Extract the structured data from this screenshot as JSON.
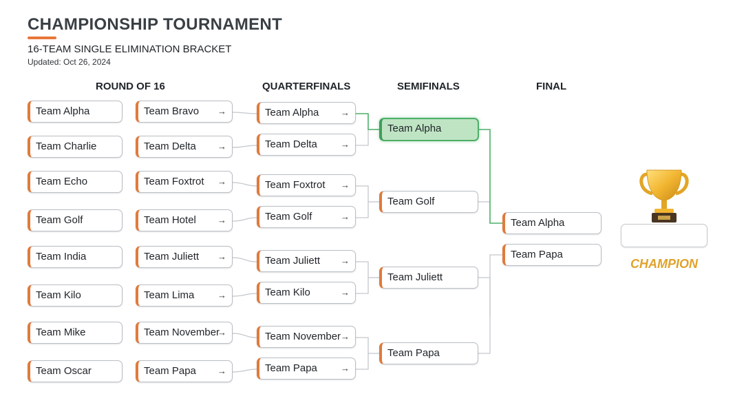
{
  "header": {
    "title": "CHAMPIONSHIP TOURNAMENT",
    "subtitle": "16-TEAM SINGLE ELIMINATION BRACKET",
    "updated": "Updated: Oct 26, 2024"
  },
  "rounds": [
    {
      "label": "ROUND OF 16"
    },
    {
      "label": "QUARTERFINALS"
    },
    {
      "label": "SEMIFINALS"
    },
    {
      "label": "FINAL"
    }
  ],
  "round_of_16": [
    {
      "home": "Team Alpha",
      "away": "Team Bravo"
    },
    {
      "home": "Team Charlie",
      "away": "Team Delta"
    },
    {
      "home": "Team Echo",
      "away": "Team Foxtrot"
    },
    {
      "home": "Team Golf",
      "away": "Team Hotel"
    },
    {
      "home": "Team India",
      "away": "Team Juliett"
    },
    {
      "home": "Team Kilo",
      "away": "Team Lima"
    },
    {
      "home": "Team Mike",
      "away": "Team November"
    },
    {
      "home": "Team Oscar",
      "away": "Team Papa"
    }
  ],
  "quarterfinals": [
    "Team Alpha",
    "Team Delta",
    "Team Foxtrot",
    "Team Golf",
    "Team Juliett",
    "Team Kilo",
    "Team November",
    "Team Papa"
  ],
  "semifinals": [
    "Team Alpha",
    "Team Golf",
    "Team Juliett",
    "Team Papa"
  ],
  "final": [
    "Team Alpha",
    "Team Papa"
  ],
  "champion": {
    "label": "CHAMPION",
    "name": ""
  },
  "arrow_glyph": "→",
  "colors": {
    "accent": "#e07a3c",
    "winner_fill": "#bfe4c4",
    "winner_border": "#4caf68",
    "champion_text": "#e0a22a",
    "trophy": "#f2b531"
  },
  "icons": {
    "trophy": "trophy-icon",
    "arrow": "arrow-right-icon"
  }
}
